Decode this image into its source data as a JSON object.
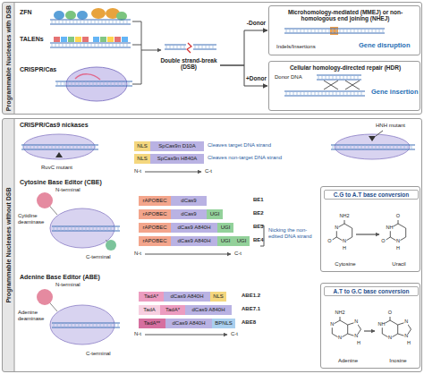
{
  "diagram": {
    "nodes": [
      {
        "text": [
          "Programmable Nucleases with DSB"
        ]
      },
      {
        "text": [
          "Programmable Nucleases without DSB"
        ]
      },
      {
        "text": [
          "Double strand-break (DSB)"
        ],
        "in": 0
      },
      {
        "text": [
          "Microhomology-mediated (MMEJ) or non-homologous end joining (NHEJ)",
          "Indels/Insertions",
          "Gene disruption"
        ],
        "in": 0
      },
      {
        "text": [
          "Cellular homology-directed repair (HDR)",
          "Donor DNA",
          "Gene insertion"
        ],
        "in": 0
      },
      {
        "text": [
          "NLS"
        ],
        "in": 1
      },
      {
        "text": [
          "SpCas9n D10A"
        ],
        "in": 1
      },
      {
        "text": [
          "NLS"
        ],
        "in": 1
      },
      {
        "text": [
          "SpCas9n H840A"
        ],
        "in": 1
      },
      {
        "text": [
          "rAPOBEC"
        ],
        "in": 1
      },
      {
        "text": [
          "dCas9"
        ],
        "in": 1
      },
      {
        "text": [
          "rAPOBEC"
        ],
        "in": 1
      },
      {
        "text": [
          "dCas9"
        ],
        "in": 1
      },
      {
        "text": [
          "UGI"
        ],
        "in": 1
      },
      {
        "text": [
          "rAPOBEC"
        ],
        "in": 1
      },
      {
        "text": [
          "dCas9 A840H"
        ],
        "in": 1
      },
      {
        "text": [
          "UGI"
        ],
        "in": 1
      },
      {
        "text": [
          "rAPOBEC"
        ],
        "in": 1
      },
      {
        "text": [
          "dCas9 A840H"
        ],
        "in": 1
      },
      {
        "text": [
          "UGI"
        ],
        "in": 1
      },
      {
        "text": [
          "UGI"
        ],
        "in": 1
      },
      {
        "text": [
          "C.G to A.T base conversion",
          "Cytosine",
          "Uracil"
        ],
        "in": 1
      },
      {
        "text": [
          "TadA*"
        ],
        "in": 1
      },
      {
        "text": [
          "dCas9 A840H"
        ],
        "in": 1
      },
      {
        "text": [
          "NLS"
        ],
        "in": 1
      },
      {
        "text": [
          "TadA"
        ],
        "in": 1
      },
      {
        "text": [
          "TadA*"
        ],
        "in": 1
      },
      {
        "text": [
          "dCas9 A840H"
        ],
        "in": 1
      },
      {
        "text": [
          "TadA**"
        ],
        "in": 1
      },
      {
        "text": [
          "dCas9 A840H"
        ],
        "in": 1
      },
      {
        "text": [
          "BPNLS"
        ],
        "in": 1
      },
      {
        "text": [
          "A.T to G.C base conversion",
          "Adenine",
          "Inosine"
        ],
        "in": 1
      }
    ],
    "edges": [
      {
        "from": 2,
        "to": 3,
        "arrow": "to",
        "label": "-Donor"
      },
      {
        "from": 2,
        "to": 4,
        "arrow": "to",
        "label": "+Donor"
      }
    ],
    "labels": [
      "ZFN",
      "TALENs",
      "CRISPR/Cas",
      "CRISPR/Cas9 nickases",
      "RuvC mutant",
      "Cleaves target DNA strand",
      "Cleaves non-target DNA strand",
      "HNH mutant",
      "N-t",
      "C-t",
      "Cytosine Base Editor (CBE)",
      "N-terminal",
      "Cytidine deaminase",
      "C-terminal",
      "BE1",
      "BE2",
      "BE3",
      "BE4",
      "Nicking the non-edited DNA strand",
      "N-t",
      "C-t",
      "Adenine Base Editor (ABE)",
      "N-terminal",
      "Adenine deaminase",
      "C-terminal",
      "ABE1.2",
      "ABE7.1",
      "ABE8",
      "N-t",
      "C-t",
      "NH2",
      "N",
      "O",
      "N",
      "H",
      "O",
      "NH",
      "O",
      "N",
      "H",
      "NH2",
      "N",
      "N",
      "N",
      "N",
      "H",
      "O",
      "NH",
      "N",
      "N",
      "N",
      "H"
    ]
  }
}
